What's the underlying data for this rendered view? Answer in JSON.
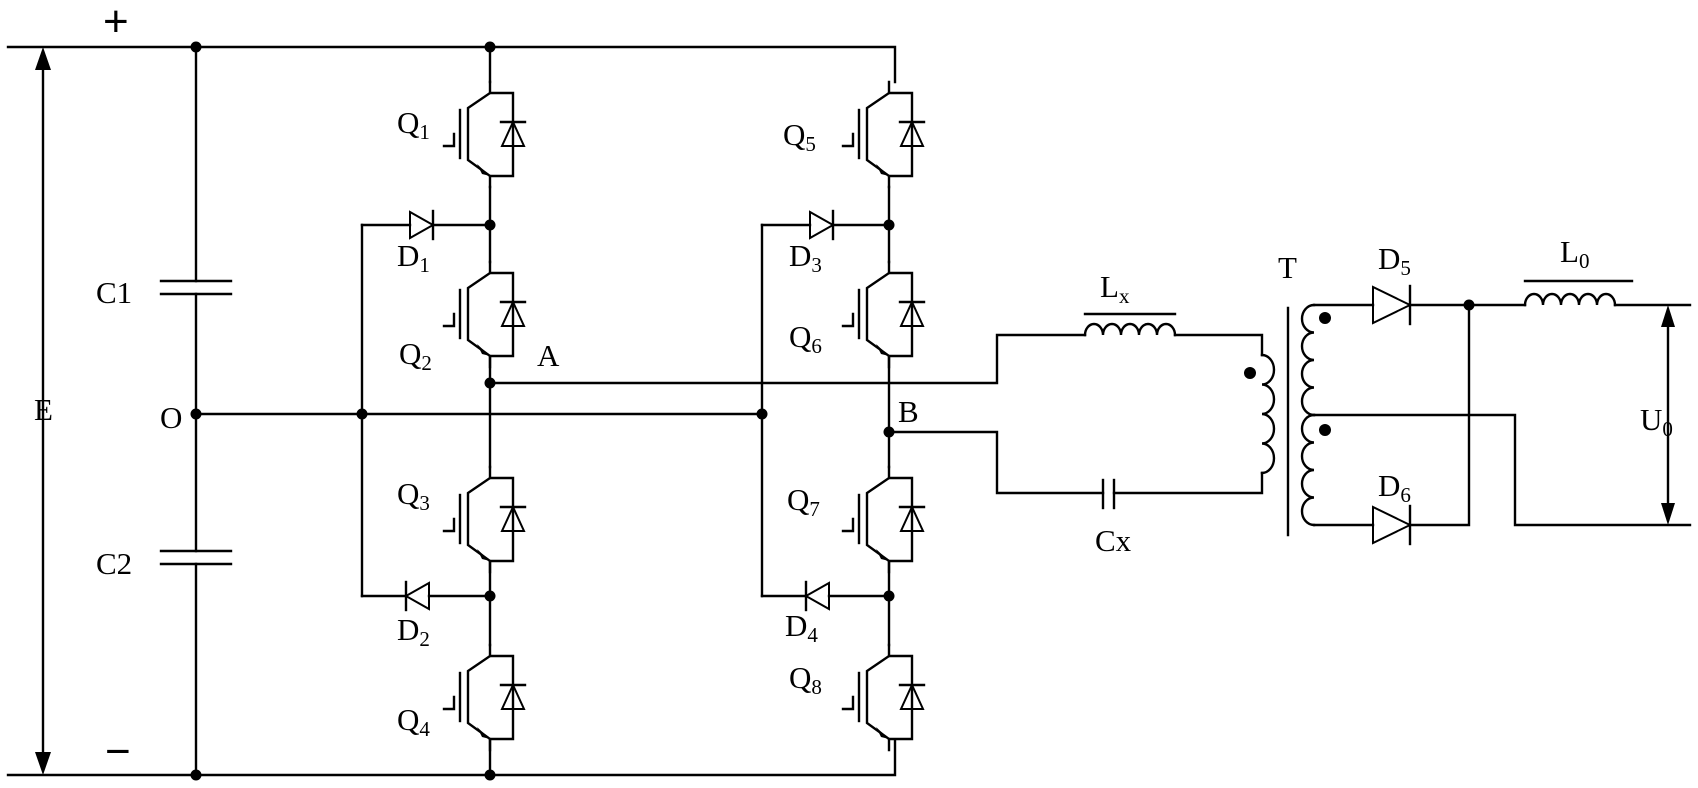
{
  "labels": {
    "plus": "+",
    "minus": "−",
    "E": "E",
    "C1": "C1",
    "C2": "C2",
    "O": "O",
    "A": "A",
    "B": "B",
    "T": "T",
    "Cx": "Cx",
    "Lx": {
      "main": "L",
      "sub": "x"
    },
    "L0": {
      "main": "L",
      "sub": "0"
    },
    "U0": {
      "main": "U",
      "sub": "0"
    }
  },
  "switches": [
    {
      "main": "Q",
      "sub": "1"
    },
    {
      "main": "Q",
      "sub": "2"
    },
    {
      "main": "Q",
      "sub": "3"
    },
    {
      "main": "Q",
      "sub": "4"
    },
    {
      "main": "Q",
      "sub": "5"
    },
    {
      "main": "Q",
      "sub": "6"
    },
    {
      "main": "Q",
      "sub": "7"
    },
    {
      "main": "Q",
      "sub": "8"
    }
  ],
  "clamp_diodes": [
    {
      "main": "D",
      "sub": "1"
    },
    {
      "main": "D",
      "sub": "2"
    },
    {
      "main": "D",
      "sub": "3"
    },
    {
      "main": "D",
      "sub": "4"
    }
  ],
  "rectifier_diodes": [
    {
      "main": "D",
      "sub": "5"
    },
    {
      "main": "D",
      "sub": "6"
    }
  ]
}
